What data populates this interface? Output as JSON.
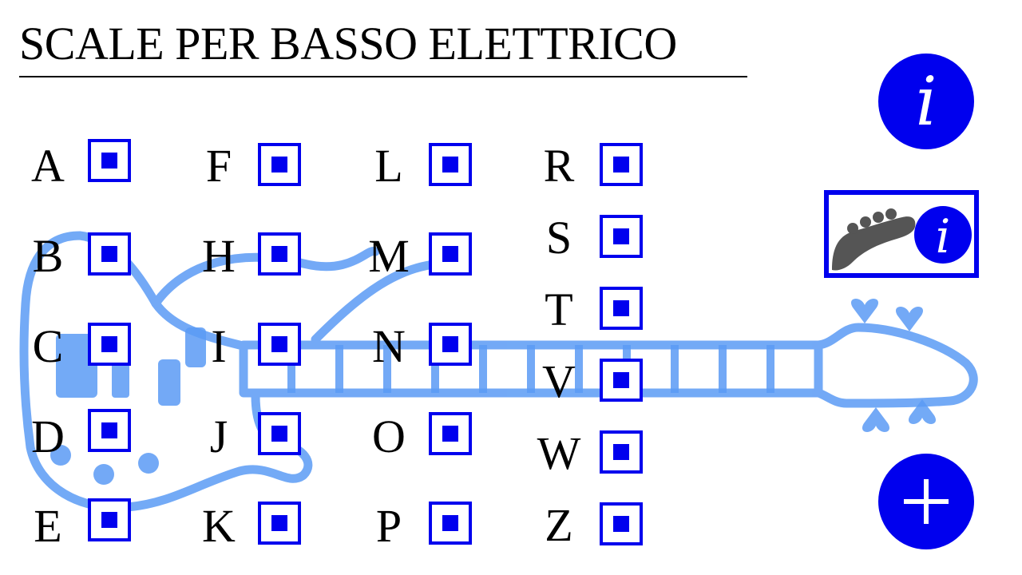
{
  "title": "SCALE PER BASSO ELETTRICO",
  "columns": [
    [
      "A",
      "B",
      "C",
      "D",
      "E"
    ],
    [
      "F",
      "H",
      "I",
      "J",
      "K"
    ],
    [
      "L",
      "M",
      "N",
      "O",
      "P"
    ],
    [
      "R",
      "S",
      "T",
      "V",
      "W",
      "Z"
    ]
  ],
  "buttons": {
    "info": {
      "label": "i",
      "icon": "info-icon"
    },
    "bass_info": {
      "label": "i",
      "icon": "bass-headstock-info-icon"
    },
    "add": {
      "label": "+",
      "icon": "plus-icon"
    }
  },
  "colors": {
    "accent": "#0000ee",
    "guitar_outline": "#5b9bf5",
    "headstock_gray": "#555555"
  }
}
